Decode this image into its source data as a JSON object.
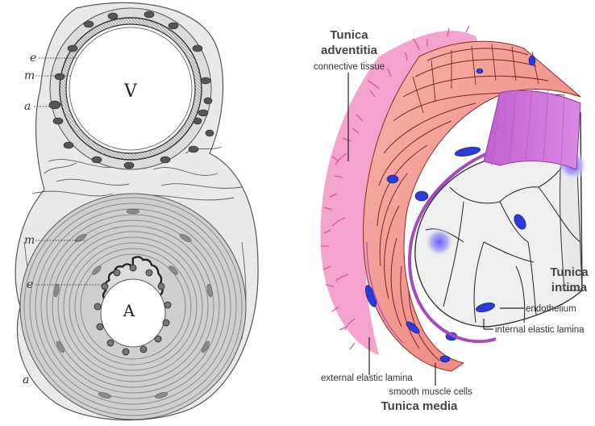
{
  "left_panel": {
    "vein_letter": "V",
    "artery_letter": "A",
    "vein_labels": {
      "e": "e",
      "m": "m",
      "a": "a"
    },
    "artery_labels": {
      "m": "m",
      "e": "e",
      "a": "a"
    }
  },
  "right_panel": {
    "adventitia_title_line1": "Tunica",
    "adventitia_title_line2": "adventitia",
    "adventitia_sub": "connective tissue",
    "intima_title_line1": "Tunica",
    "intima_title_line2": "intima",
    "endothelium": "endothelium",
    "internal_elastic": "internal elastic lamina",
    "external_elastic": "external elastic lamina",
    "smooth_muscle": "smooth muscle cells",
    "media_title": "Tunica media"
  },
  "colors": {
    "adventitia": "#e86aa8",
    "media": "#f49a94",
    "intima": "#e8e8e8",
    "nuclei": "#2b3bd8",
    "elastic": "#b04fc0"
  }
}
